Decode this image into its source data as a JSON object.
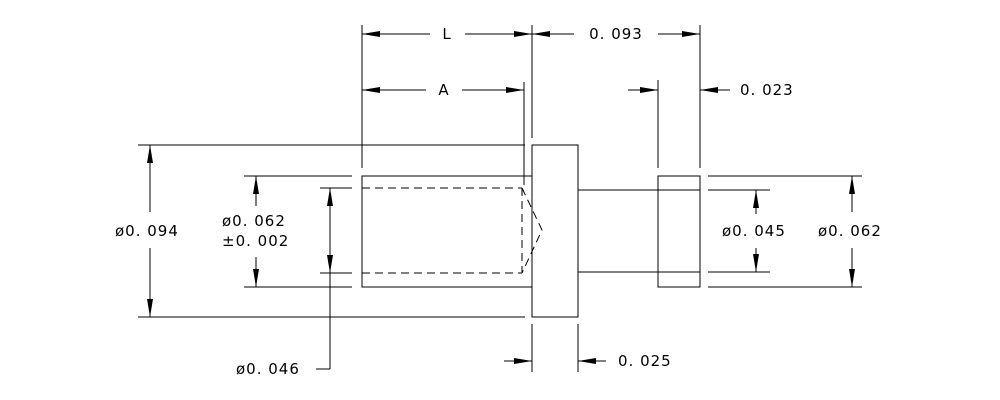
{
  "drawing": {
    "dimensions": {
      "length_label": "L",
      "thread_label": "A",
      "tail_length": "0. 093",
      "groove_width": "0. 023",
      "flange_diameter": "ø0. 094",
      "body_diameter": "ø0. 062",
      "body_tolerance": "±0. 002",
      "groove_diameter": "ø0. 045",
      "tail_diameter": "ø0. 062",
      "bore_diameter": "ø0. 046",
      "flange_thickness": "0. 025"
    }
  }
}
